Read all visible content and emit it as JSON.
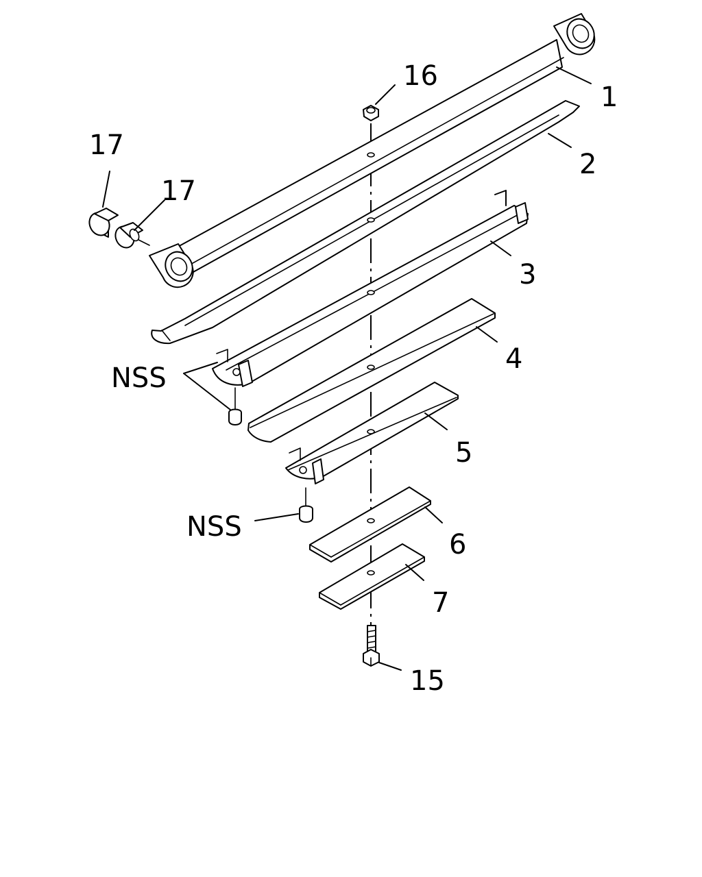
{
  "callouts": {
    "c1": "1",
    "c2": "2",
    "c3": "3",
    "c4": "4",
    "c5": "5",
    "c6": "6",
    "c7": "7",
    "c15": "15",
    "c16": "16",
    "c17a": "17",
    "c17b": "17",
    "nss_top": "NSS",
    "nss_bottom": "NSS"
  }
}
